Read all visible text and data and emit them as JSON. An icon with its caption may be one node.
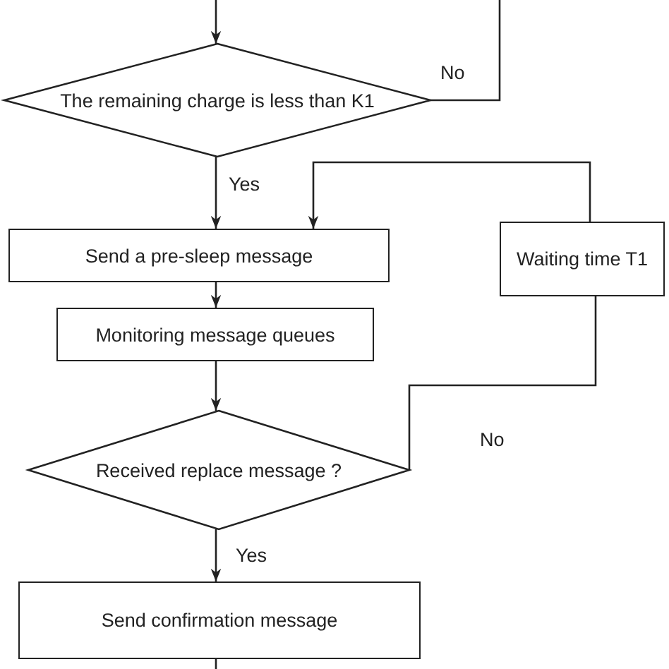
{
  "diagram": {
    "nodes": [
      {
        "text": [
          "The remaining charge is less than K1"
        ]
      },
      {
        "text": [
          "Send a pre-sleep message"
        ]
      },
      {
        "text": [
          "Waiting time T1"
        ]
      },
      {
        "text": [
          "Monitoring message queues"
        ]
      },
      {
        "text": [
          "Received replace message ?"
        ]
      },
      {
        "text": [
          "Send confirmation message"
        ]
      }
    ],
    "edges": [
      {
        "from": null,
        "to": 0,
        "arrow": "to"
      },
      {
        "from": 0,
        "to": null,
        "arrow": "none",
        "label": "No"
      },
      {
        "from": 0,
        "to": 1,
        "arrow": "to",
        "label": "Yes"
      },
      {
        "from": 2,
        "to": 1,
        "arrow": "to"
      },
      {
        "from": 1,
        "to": 3,
        "arrow": "to"
      },
      {
        "from": 3,
        "to": 4,
        "arrow": "to"
      },
      {
        "from": 4,
        "to": 2,
        "arrow": "none",
        "label": "No"
      },
      {
        "from": 4,
        "to": 5,
        "arrow": "to",
        "label": "Yes"
      },
      {
        "from": 5,
        "to": null,
        "arrow": "none"
      }
    ]
  }
}
